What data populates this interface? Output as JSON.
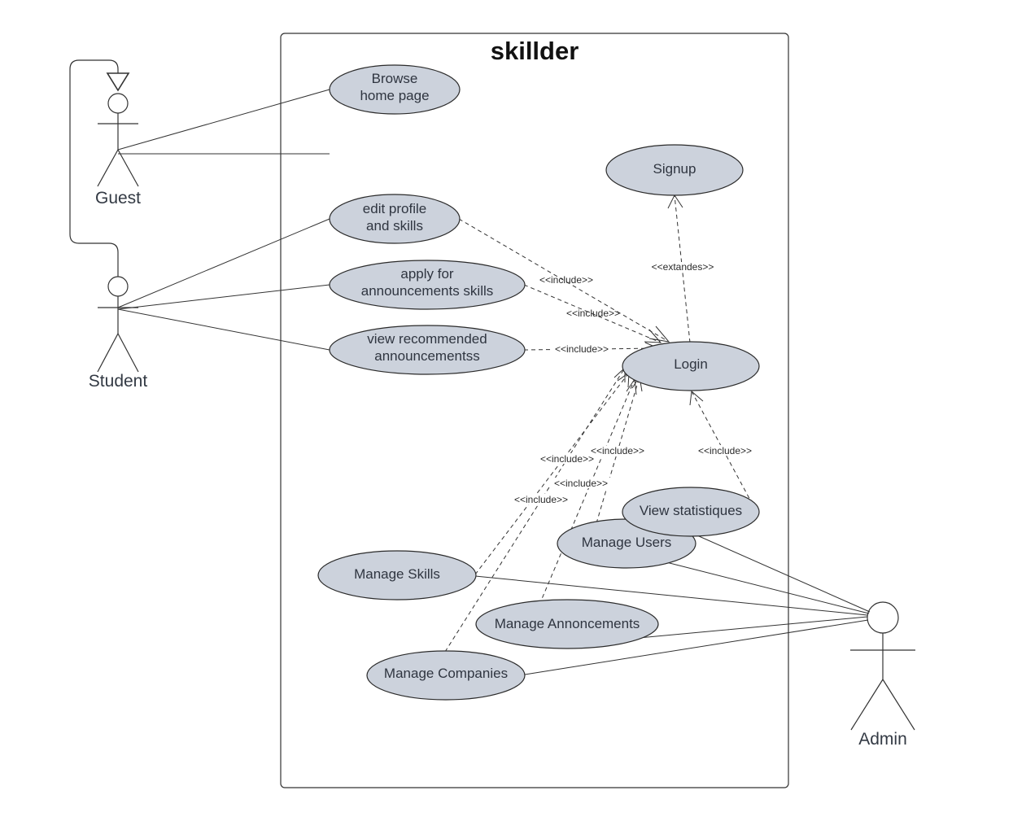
{
  "system": {
    "title": "skillder"
  },
  "actors": {
    "guest": "Guest",
    "student": "Student",
    "admin": "Admin"
  },
  "use_cases": {
    "browse_home": [
      "Browse",
      "home page"
    ],
    "signup": [
      "Signup"
    ],
    "edit_profile": [
      "edit profile",
      "and skills"
    ],
    "apply_announcements": [
      "apply for",
      "announcements skills"
    ],
    "view_recommended": [
      "view recommended",
      "announcementss"
    ],
    "login": [
      "Login"
    ],
    "view_stats": [
      "View statistiques"
    ],
    "manage_users": [
      "Manage Users"
    ],
    "manage_skills": [
      "Manage Skills"
    ],
    "manage_annonces": [
      "Manage Annoncements"
    ],
    "manage_companies": [
      "Manage Companies"
    ]
  },
  "relations": {
    "include": "<<include>>",
    "extends": "<<extandes>>"
  }
}
